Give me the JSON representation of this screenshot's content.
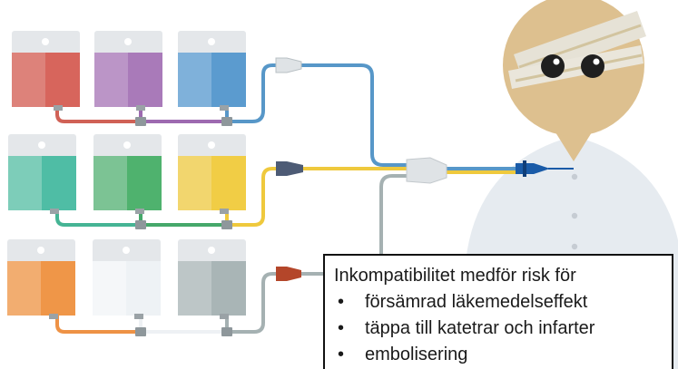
{
  "callout": {
    "title": "Inkompatibilitet medför risk för",
    "risks": [
      "försämrad läkemedelseffekt",
      "täppa till katetrar och infarter",
      "embolisering"
    ],
    "bullet": "•"
  },
  "bags": [
    {
      "row": 1,
      "col": 1,
      "color": "#d7655c"
    },
    {
      "row": 1,
      "col": 2,
      "color": "#a97ab9"
    },
    {
      "row": 1,
      "col": 3,
      "color": "#5b9bcf"
    },
    {
      "row": 2,
      "col": 1,
      "color": "#4fbda5"
    },
    {
      "row": 2,
      "col": 2,
      "color": "#4fb26e"
    },
    {
      "row": 2,
      "col": 3,
      "color": "#f1cd45"
    },
    {
      "row": 3,
      "col": 1,
      "color": "#ef9648"
    },
    {
      "row": 3,
      "col": 2,
      "color": "#eef2f5"
    },
    {
      "row": 3,
      "col": 3,
      "color": "#a9b5b6"
    }
  ],
  "colors": {
    "skin": "#ddc08f",
    "bandage": "#e6e2d6",
    "gown": "#e6ebf0",
    "cannula": "#1a5ba8"
  }
}
